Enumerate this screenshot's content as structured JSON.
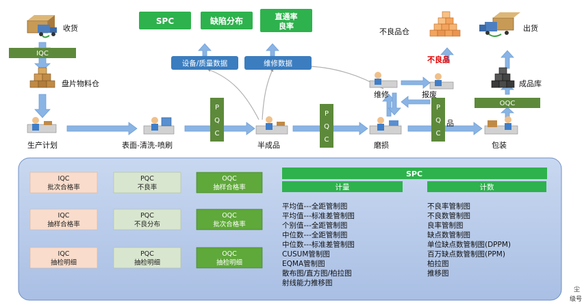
{
  "flow": {
    "receive": "收货",
    "iqc_bar": "IQC",
    "material_warehouse": "盘片物料仓",
    "production_plan": "生产计划",
    "surface": "表面-清洗-喷刷",
    "semi": "半成品",
    "grind": "磨损",
    "pack": "包装",
    "finished_warehouse": "成品库",
    "oqc_bar": "OQC",
    "ship": "出货",
    "defect_warehouse": "不良品仓",
    "defect_label": "不良品",
    "repair": "维修",
    "scrap": "报废",
    "defect_partial": "品",
    "pqc_letters": [
      "P",
      "Q",
      "C"
    ]
  },
  "top_boxes": {
    "spc": "SPC",
    "defect_dist": "缺陷分布",
    "rate_line1": "直通率",
    "rate_line2": "良率",
    "equip_data": "设备/质量数据",
    "repair_data": "维修数据"
  },
  "grid": [
    {
      "title": "IQC",
      "sub": "批次合格率"
    },
    {
      "title": "PQC",
      "sub": "不良率"
    },
    {
      "title": "OQC",
      "sub": "抽样合格率"
    },
    {
      "title": "IQC",
      "sub": "抽样合格率"
    },
    {
      "title": "PQC",
      "sub": "不良分布"
    },
    {
      "title": "OQC",
      "sub": "批次合格率"
    },
    {
      "title": "IQC",
      "sub": "抽检明细"
    },
    {
      "title": "PQC",
      "sub": "抽检明细"
    },
    {
      "title": "OQC",
      "sub": "抽检明细"
    }
  ],
  "spc_panel": {
    "title": "SPC",
    "measure_header": "计量",
    "count_header": "计数",
    "measure_items": [
      "平均值---全距管制图",
      "平均值---标准差管制图",
      "个别值---全距管制图",
      "中位数---全距管制图",
      "中位数---标准差管制图",
      "CUSUM管制图",
      "EQMA管制图",
      "散布图/直方图/柏拉图",
      "射线能力推移图"
    ],
    "count_items": [
      "不良率管制图",
      "不良数管制图",
      "良率管制图",
      "缺点数管制图",
      "单位缺点数管制图(DPPM)",
      "百万缺点数管制图(PPM)",
      "柏拉图",
      "推移图"
    ]
  },
  "corner_text": [
    "尘",
    "级号"
  ],
  "colors": {
    "green": "#2eb24d",
    "blue": "#3b7dbf",
    "pqc_green": "#5d8a3a",
    "arrow": "#8ab4e4",
    "panel": "#b8cbea",
    "iqc_cell": "#f9dccb",
    "pqc_cell": "#d9e6cf",
    "oqc_cell": "#5fa83a"
  }
}
